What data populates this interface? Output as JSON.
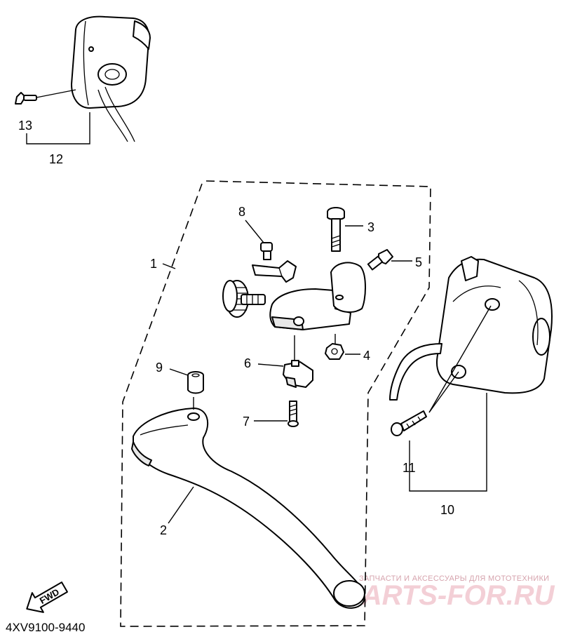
{
  "callouts": [
    {
      "id": "1",
      "text": "1"
    },
    {
      "id": "2",
      "text": "2"
    },
    {
      "id": "3",
      "text": "3"
    },
    {
      "id": "4",
      "text": "4"
    },
    {
      "id": "5",
      "text": "5"
    },
    {
      "id": "6",
      "text": "6"
    },
    {
      "id": "7",
      "text": "7"
    },
    {
      "id": "8",
      "text": "8"
    },
    {
      "id": "9",
      "text": "9"
    },
    {
      "id": "10",
      "text": "10"
    },
    {
      "id": "11",
      "text": "11"
    },
    {
      "id": "12",
      "text": "12"
    },
    {
      "id": "13",
      "text": "13"
    }
  ],
  "direction_marker": "FWD",
  "diagram_code": "4XV9100-9440",
  "watermark": {
    "tagline": "ЗАПЧАСТИ И АКСЕССУАРЫ ДЛЯ МОТОТЕХНИКИ",
    "logo": "PARTS-FOR.RU"
  },
  "colors": {
    "line": "#000000",
    "background": "#ffffff",
    "watermark": "#f2c7cf"
  }
}
